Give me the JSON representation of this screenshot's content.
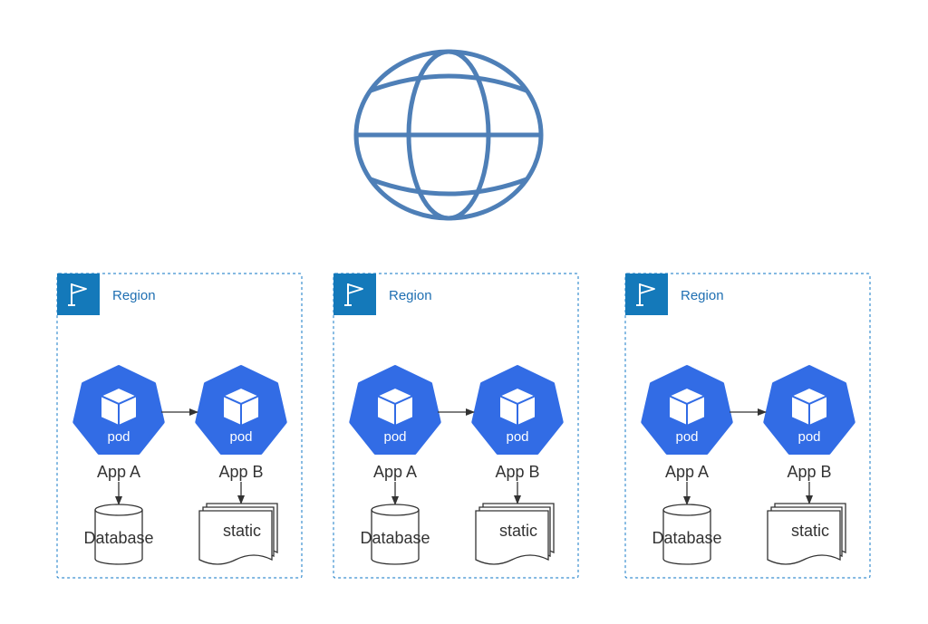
{
  "colors": {
    "globe": "#4e7fb7",
    "region_border": "#3b8fd0",
    "region_flag_bg": "#1479ba",
    "region_title": "#1f6fb2",
    "pod_fill": "#326ce5",
    "text": "#333333",
    "arrow": "#333333"
  },
  "globe": {
    "icon": "globe-icon"
  },
  "regions": [
    {
      "title": "Region",
      "flag_icon": "flag-icon",
      "pods": [
        {
          "pod_label": "pod",
          "app_label": "App A"
        },
        {
          "pod_label": "pod",
          "app_label": "App B"
        }
      ],
      "database_label": "Database",
      "static_label": "static"
    },
    {
      "title": "Region",
      "flag_icon": "flag-icon",
      "pods": [
        {
          "pod_label": "pod",
          "app_label": "App A"
        },
        {
          "pod_label": "pod",
          "app_label": "App B"
        }
      ],
      "database_label": "Database",
      "static_label": "static"
    },
    {
      "title": "Region",
      "flag_icon": "flag-icon",
      "pods": [
        {
          "pod_label": "pod",
          "app_label": "App A"
        },
        {
          "pod_label": "pod",
          "app_label": "App B"
        }
      ],
      "database_label": "Database",
      "static_label": "static"
    }
  ]
}
